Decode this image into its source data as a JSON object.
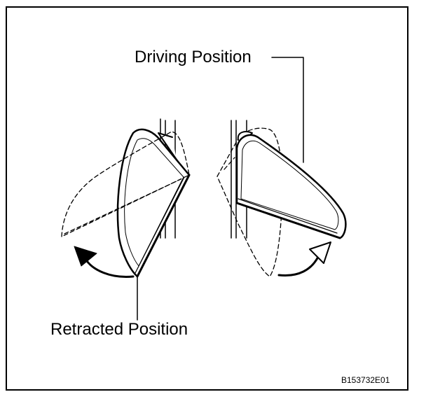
{
  "labels": {
    "driving_position": "Driving Position",
    "retracted_position": "Retracted Position",
    "figure_code": "B153732E01"
  },
  "colors": {
    "line": "#000000",
    "background": "#ffffff"
  }
}
